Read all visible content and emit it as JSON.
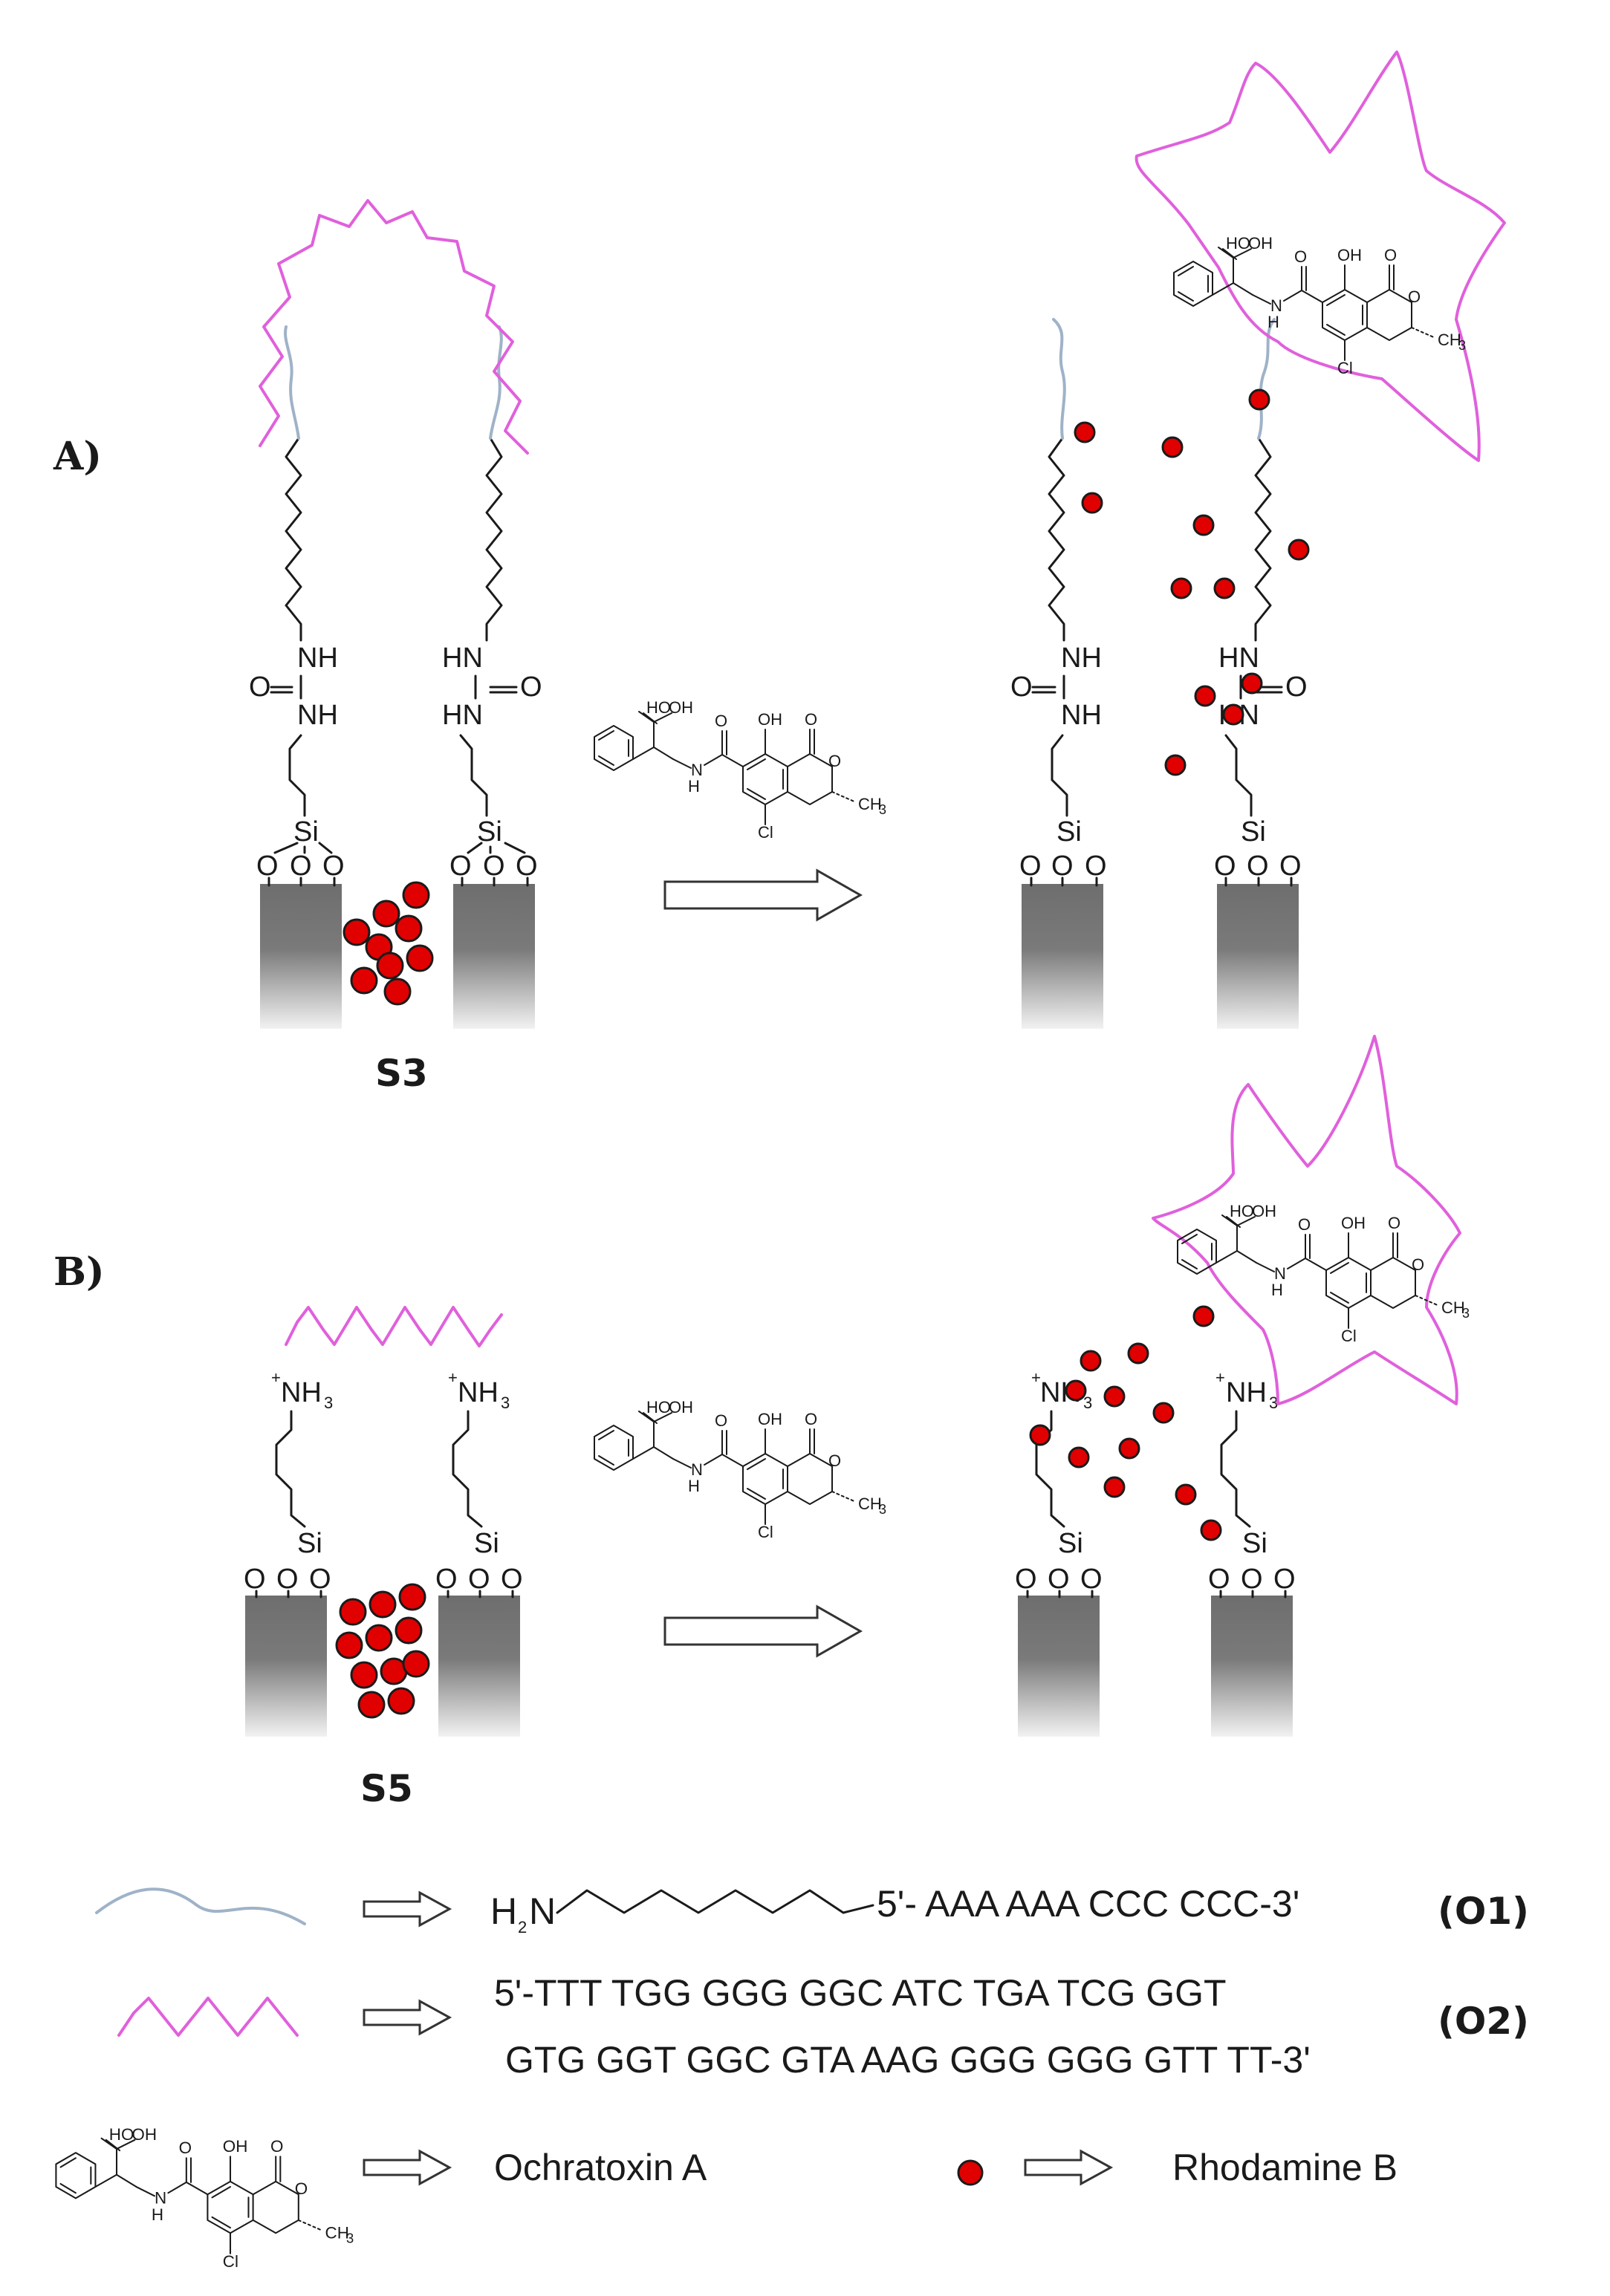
{
  "panels": {
    "a": {
      "label": "A)",
      "sample": "S3"
    },
    "b": {
      "label": "B)",
      "sample": "S5"
    }
  },
  "chem": {
    "nh": "NH",
    "hn": "HN",
    "o": "O",
    "si": "Si",
    "nh3": "NH",
    "nh3_sub": "3",
    "plus": "+",
    "oh": "OH",
    "ho": "HO",
    "h": "H",
    "n": "N",
    "cl": "Cl",
    "ch3": "CH",
    "ch3_sub": "3"
  },
  "legend": {
    "o1_h2n": "H",
    "o1_h2n_sub": "2",
    "o1_h2n_n": "N",
    "o1_seq": "5'- AAA AAA CCC CCC-3'",
    "o1_code": "(O1)",
    "o2_seq_line1": "5'-TTT TGG GGG GGC ATC TGA TCG GGT",
    "o2_seq_line2": "GTG GGT GGC GTA AAG GGG GGG GTT TT-3'",
    "o2_code": "(O2)",
    "ochratoxin": "Ochratoxin A",
    "rhodamine": "Rhodamine B"
  },
  "colors": {
    "aptamer": "#e060dc",
    "oligo": "#9fb2c8",
    "dye": "#e00000",
    "support_top": "#6e6e6e",
    "support_bottom": "#f2f2f2"
  }
}
